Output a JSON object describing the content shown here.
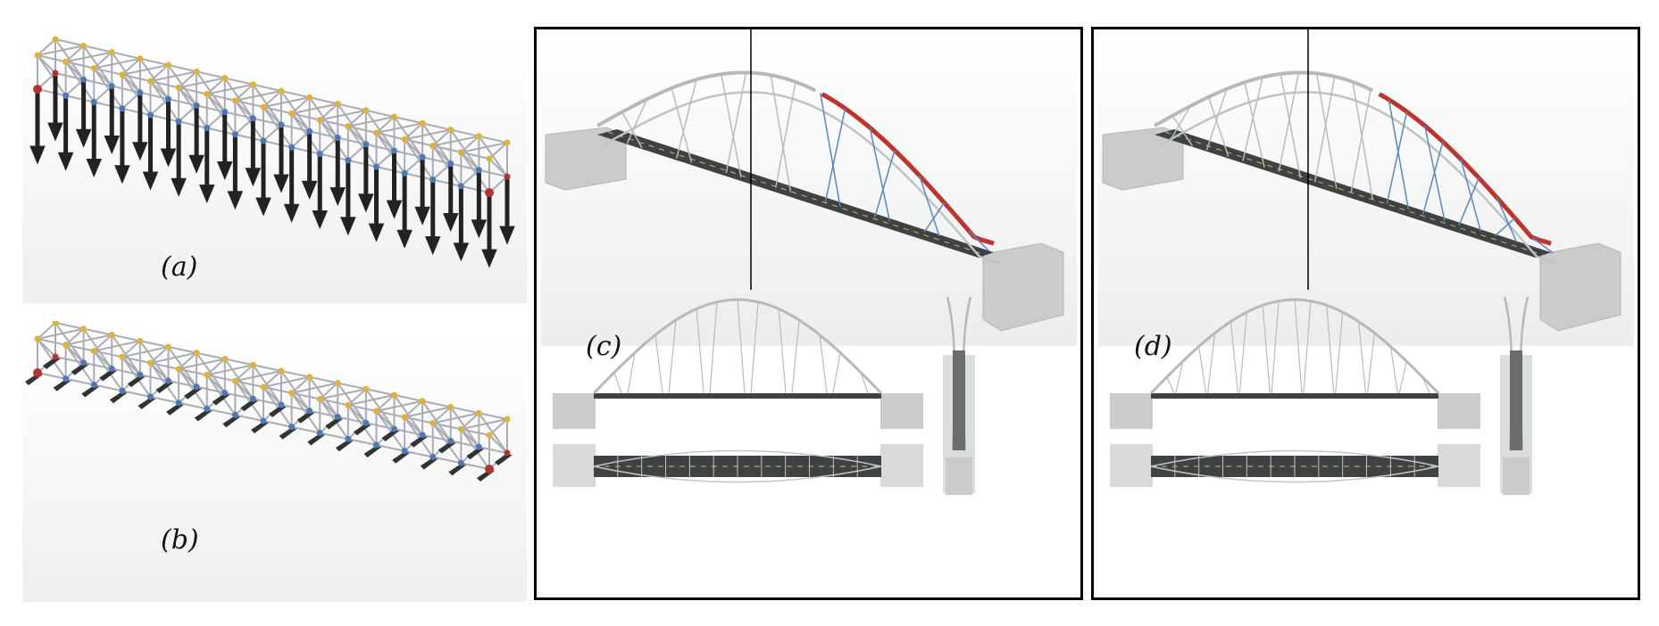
{
  "labels": {
    "a": "(a)",
    "b": "(b)",
    "c": "(c)",
    "d": "(d)"
  },
  "colors": {
    "member": "#a9adb3",
    "node_gold": "#e0b23a",
    "node_blue": "#4e79b8",
    "node_red": "#b5332e",
    "load_arrow": "#222222",
    "arch_red": "#c0342e",
    "cable_blue": "#5b86c4",
    "deck": "#3f4245",
    "abutment": "#c9ccca",
    "lane_mark": "#d8b84a"
  },
  "icons": [
    "load-arrow-icon"
  ]
}
